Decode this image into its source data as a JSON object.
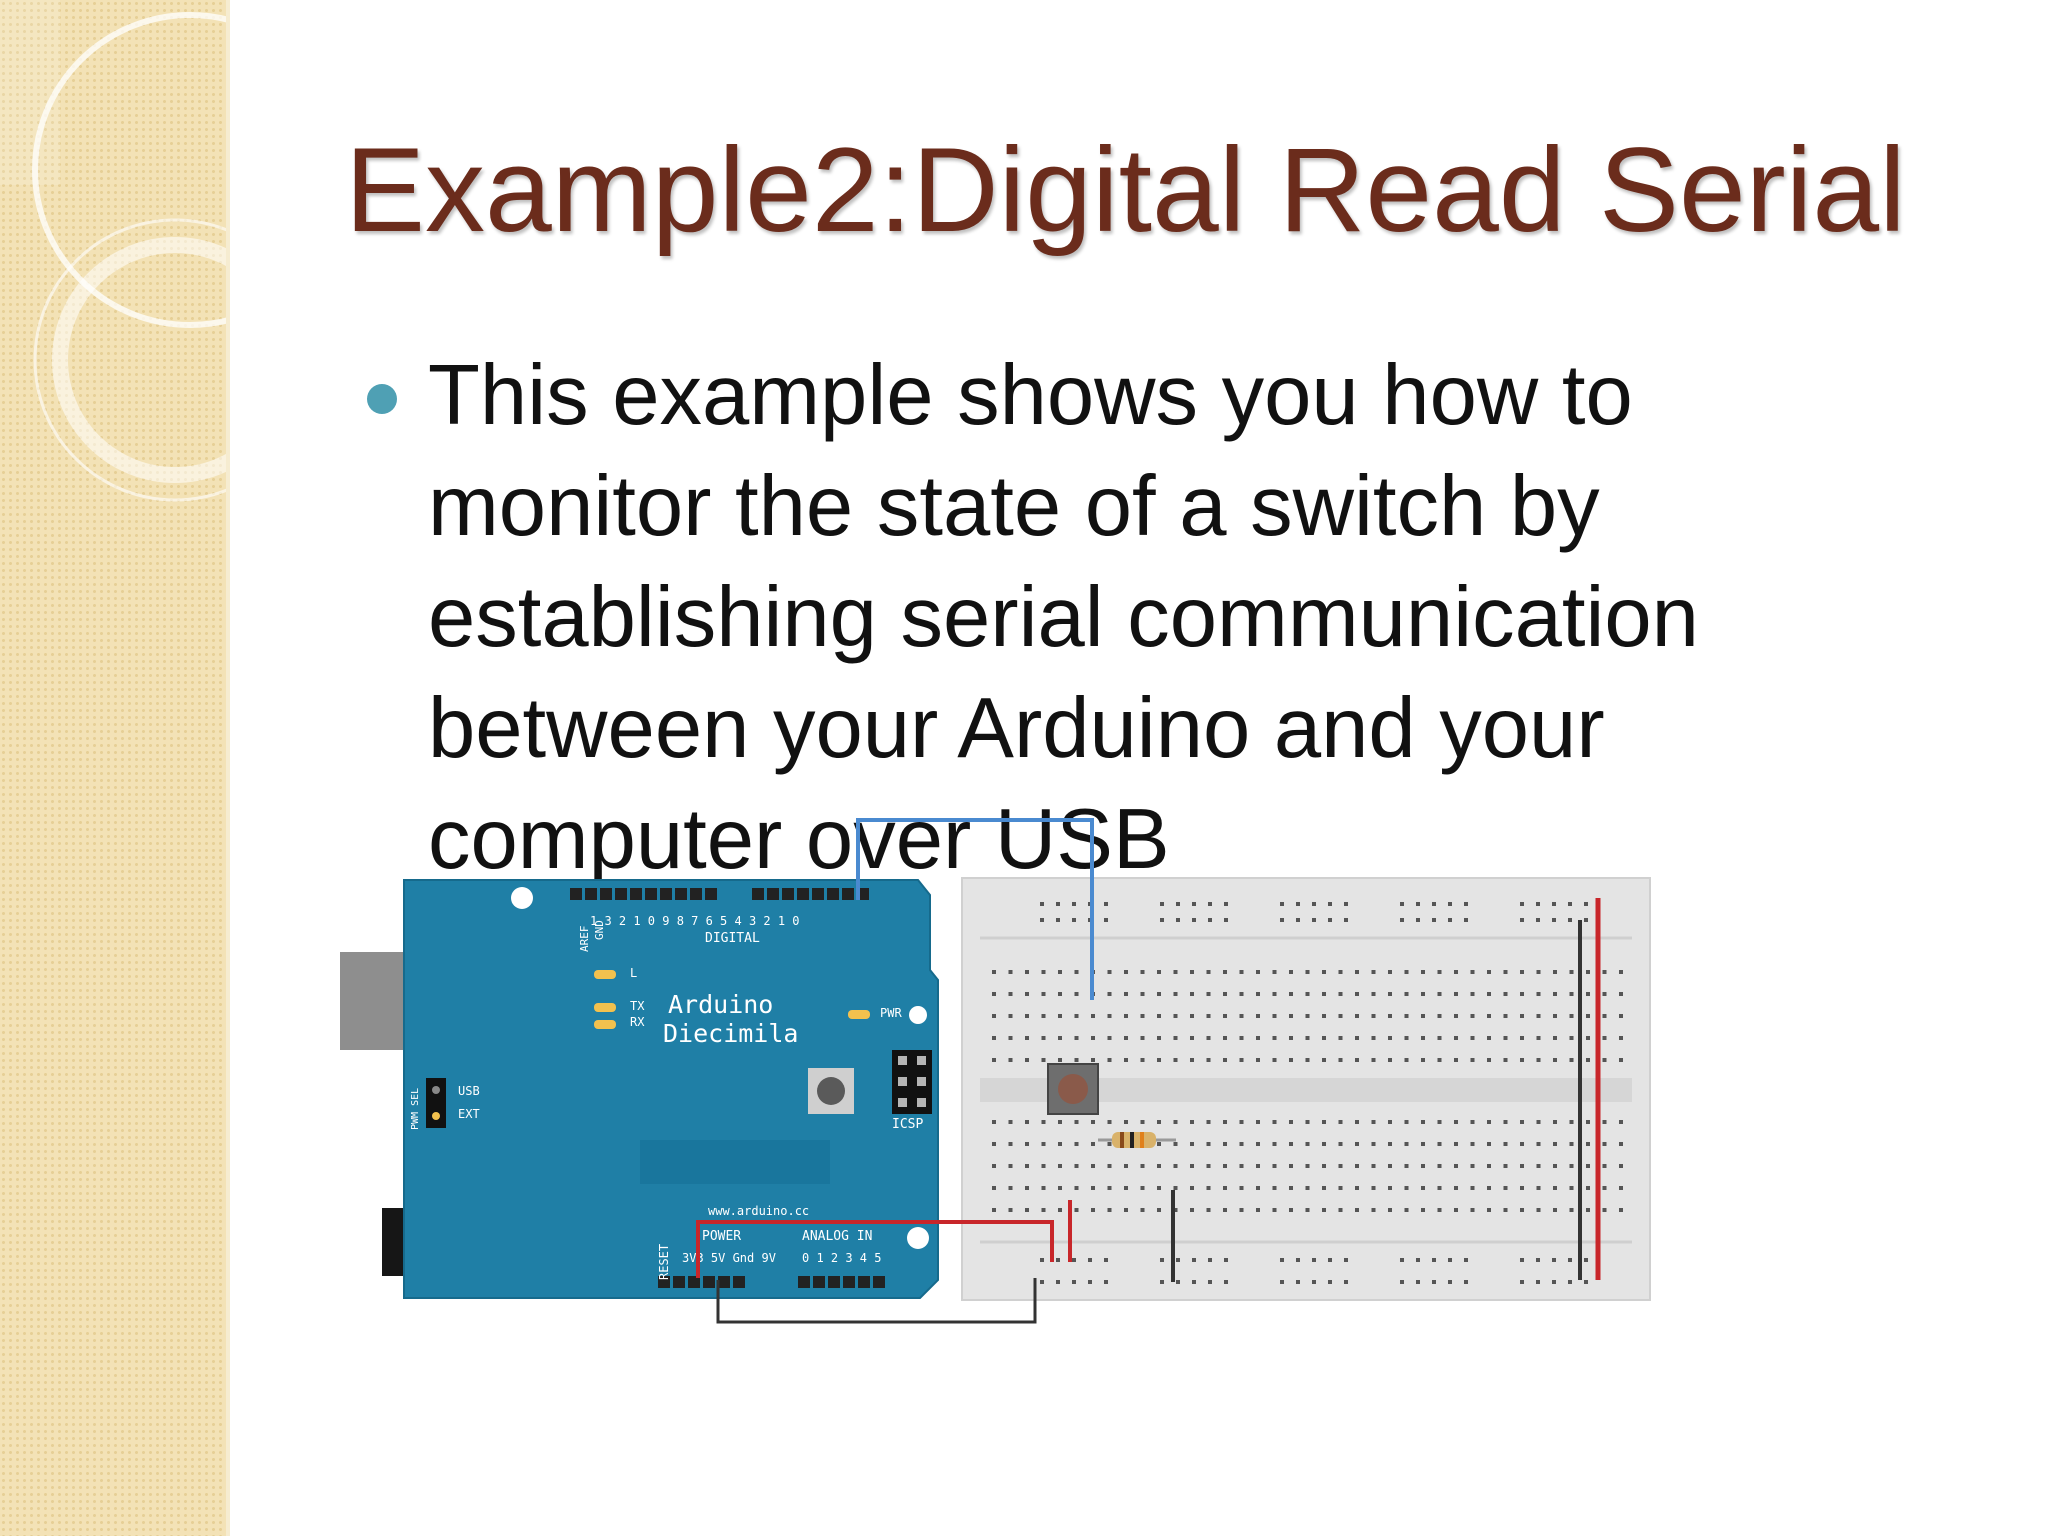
{
  "slide": {
    "title": "Example2:Digital Read Serial",
    "bullets": [
      "This example shows you how to monitor the state of a switch by establishing serial communication between your Arduino and your computer over USB"
    ]
  },
  "diagram": {
    "board": {
      "name_line1": "Arduino",
      "name_line2": "Diecimila",
      "digital_label": "DIGITAL",
      "pwr_label": "PWR",
      "icsp_label": "ICSP",
      "usb_label": "USB",
      "ext_label": "EXT",
      "tx_label": "TX",
      "rx_label": "RX",
      "l_label": "L",
      "website": "www.arduino.cc",
      "power_label": "POWER",
      "analog_label": "ANALOG IN",
      "power_pins": "3V3 5V Gnd 9V",
      "analog_pins": "0 1 2 3 4 5",
      "reset_label": "RESET",
      "aref_label": "AREF",
      "gnd_label": "GND",
      "pwm_sel_label": "PWM SEL",
      "digital_pins": "1 3 2 1 0 9 8   7 6 5 4 3 2 1 0"
    },
    "colors": {
      "board": "#1f7fa6",
      "wire_red": "#c8262a",
      "wire_black": "#333333",
      "wire_blue": "#4a8ad0",
      "breadboard": "#e4e4e4",
      "title": "#6b2c1c",
      "bullet": "#4fa0b4",
      "sidebar": "#f3e2b6"
    }
  }
}
